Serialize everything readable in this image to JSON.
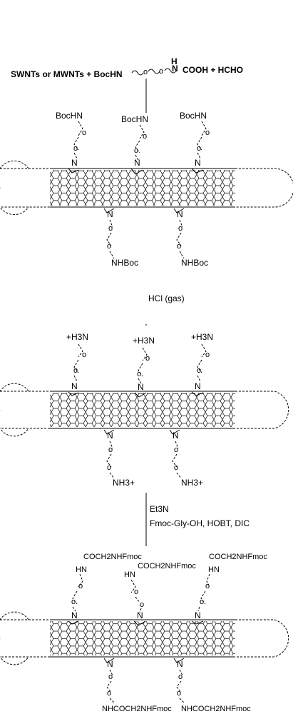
{
  "reaction_1": {
    "reactants_label": "SWNTs or MWNTs + BocHN",
    "aldehyde_label": "COOH + HCHO",
    "amine_n": "N",
    "amine_h": "H"
  },
  "product_1": {
    "top_groups": [
      "BocHN",
      "BocHN",
      "BocHN"
    ],
    "bottom_groups": [
      "NHBoc",
      "NHBoc"
    ]
  },
  "step_2": {
    "reagent": "HCl (gas)"
  },
  "product_2": {
    "top_groups": [
      "+H3N",
      "+H3N",
      "+H3N"
    ],
    "bottom_groups": [
      "NH3+",
      "NH3+"
    ]
  },
  "step_3": {
    "reagent_line_1": "Et3N",
    "reagent_line_2": "Fmoc-Gly-OH, HOBT, DIC"
  },
  "product_3": {
    "top_acyl": [
      "COCH2NHFmoc",
      "COCH2NHFmoc",
      "COCH2NHFmoc"
    ],
    "top_hn": [
      "HN",
      "HN",
      "HN"
    ],
    "bottom_groups": [
      "NHCOCH2NHFmoc",
      "NHCOCH2NHFmoc"
    ]
  },
  "atoms": {
    "n": "N",
    "o": "o"
  }
}
